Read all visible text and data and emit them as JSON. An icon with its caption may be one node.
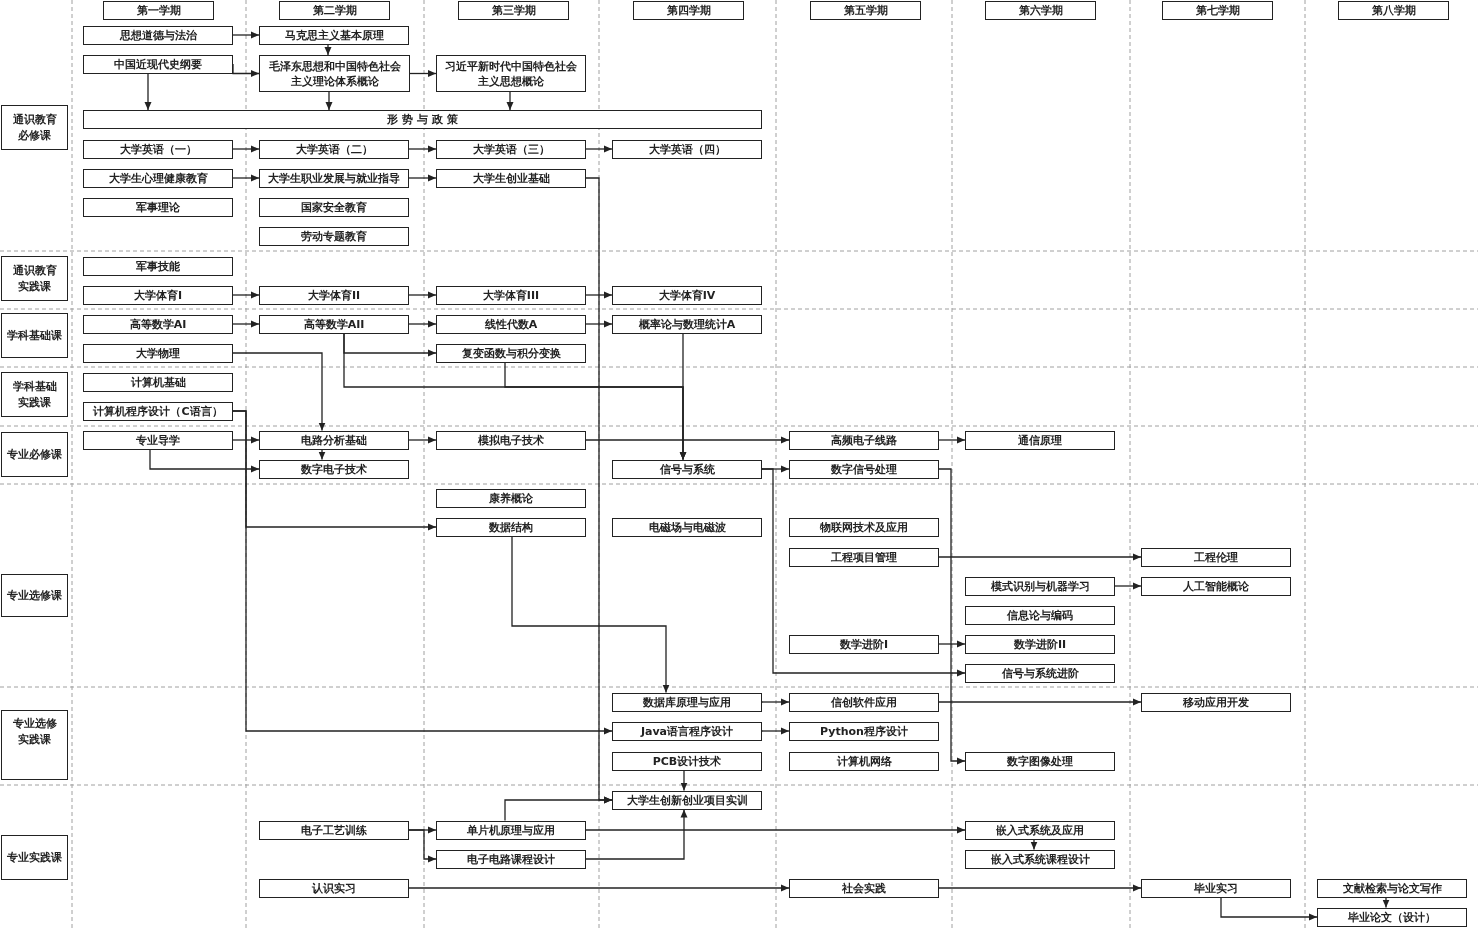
{
  "diagram": {
    "nodes": [
      {
        "text": [
          "第一学期"
        ]
      },
      {
        "text": [
          "第二学期"
        ]
      },
      {
        "text": [
          "第三学期"
        ]
      },
      {
        "text": [
          "第四学期"
        ]
      },
      {
        "text": [
          "第五学期"
        ]
      },
      {
        "text": [
          "第六学期"
        ]
      },
      {
        "text": [
          "第七学期"
        ]
      },
      {
        "text": [
          "第八学期"
        ]
      },
      {
        "text": [
          "思想道德与法治"
        ]
      },
      {
        "text": [
          "马克思主义基本原理"
        ]
      },
      {
        "text": [
          "中国近现代史纲要"
        ]
      },
      {
        "text": [
          "毛泽东思想和中国特色社会主义理论体系概论"
        ]
      },
      {
        "text": [
          "习近平新时代中国特色社会主义思想概论"
        ]
      },
      {
        "text": [
          "通识教育必修课"
        ]
      },
      {
        "text": [
          "形 势 与 政 策"
        ]
      },
      {
        "text": [
          "大学英语（一）"
        ]
      },
      {
        "text": [
          "大学英语（二）"
        ]
      },
      {
        "text": [
          "大学英语（三）"
        ]
      },
      {
        "text": [
          "大学英语（四）"
        ]
      },
      {
        "text": [
          "大学生心理健康教育"
        ]
      },
      {
        "text": [
          "大学生职业发展与就业指导"
        ]
      },
      {
        "text": [
          "大学生创业基础"
        ]
      },
      {
        "text": [
          "军事理论"
        ]
      },
      {
        "text": [
          "国家安全教育"
        ]
      },
      {
        "text": [
          "劳动专题教育"
        ]
      },
      {
        "text": [
          "通识教育实践课"
        ]
      },
      {
        "text": [
          "军事技能"
        ]
      },
      {
        "text": [
          "大学体育I"
        ]
      },
      {
        "text": [
          "大学体育II"
        ]
      },
      {
        "text": [
          "大学体育III"
        ]
      },
      {
        "text": [
          "大学体育IV"
        ]
      },
      {
        "text": [
          "学科基础课"
        ]
      },
      {
        "text": [
          "高等数学AI"
        ]
      },
      {
        "text": [
          "高等数学AII"
        ]
      },
      {
        "text": [
          "线性代数A"
        ]
      },
      {
        "text": [
          "概率论与数理统计A"
        ]
      },
      {
        "text": [
          "大学物理"
        ]
      },
      {
        "text": [
          "复变函数与积分变换"
        ]
      },
      {
        "text": [
          "学科基础实践课"
        ]
      },
      {
        "text": [
          "计算机基础"
        ]
      },
      {
        "text": [
          "计算机程序设计（C语言）"
        ]
      },
      {
        "text": [
          "专业必修课"
        ]
      },
      {
        "text": [
          "专业导学"
        ]
      },
      {
        "text": [
          "电路分析基础"
        ]
      },
      {
        "text": [
          "模拟电子技术"
        ]
      },
      {
        "text": [
          "高频电子线路"
        ]
      },
      {
        "text": [
          "通信原理"
        ]
      },
      {
        "text": [
          "数字电子技术"
        ]
      },
      {
        "text": [
          "信号与系统"
        ]
      },
      {
        "text": [
          "数字信号处理"
        ]
      },
      {
        "text": [
          "康养概论"
        ]
      },
      {
        "text": [
          "数据结构"
        ]
      },
      {
        "text": [
          "电磁场与电磁波"
        ]
      },
      {
        "text": [
          "物联网技术及应用"
        ]
      },
      {
        "text": [
          "专业选修课"
        ]
      },
      {
        "text": [
          "工程项目管理"
        ]
      },
      {
        "text": [
          "工程伦理"
        ]
      },
      {
        "text": [
          "模式识别与机器学习"
        ]
      },
      {
        "text": [
          "人工智能概论"
        ]
      },
      {
        "text": [
          "信息论与编码"
        ]
      },
      {
        "text": [
          "数学进阶I"
        ]
      },
      {
        "text": [
          "数学进阶II"
        ]
      },
      {
        "text": [
          "信号与系统进阶"
        ]
      },
      {
        "text": [
          "专业选修实践课"
        ]
      },
      {
        "text": [
          "数据库原理与应用"
        ]
      },
      {
        "text": [
          "信创软件应用"
        ]
      },
      {
        "text": [
          "移动应用开发"
        ]
      },
      {
        "text": [
          "Java语言程序设计"
        ]
      },
      {
        "text": [
          "Python程序设计"
        ]
      },
      {
        "text": [
          "PCB设计技术"
        ]
      },
      {
        "text": [
          "计算机网络"
        ]
      },
      {
        "text": [
          "数字图像处理"
        ]
      },
      {
        "text": [
          "专业实践课"
        ]
      },
      {
        "text": [
          "大学生创新创业项目实训"
        ]
      },
      {
        "text": [
          "电子工艺训练"
        ]
      },
      {
        "text": [
          "单片机原理与应用"
        ]
      },
      {
        "text": [
          "嵌入式系统及应用"
        ]
      },
      {
        "text": [
          "电子电路课程设计"
        ]
      },
      {
        "text": [
          "嵌入式系统课程设计"
        ]
      },
      {
        "text": [
          "认识实习"
        ]
      },
      {
        "text": [
          "社会实践"
        ]
      },
      {
        "text": [
          "毕业实习"
        ]
      },
      {
        "text": [
          "文献检索与论文写作"
        ]
      },
      {
        "text": [
          "毕业论文（设计）"
        ]
      }
    ],
    "edges": [
      {
        "from": 8,
        "to": 9,
        "arrow": "to"
      },
      {
        "from": 10,
        "to": 11,
        "arrow": "to"
      },
      {
        "from": 9,
        "to": 11,
        "arrow": "to"
      },
      {
        "from": 11,
        "to": 12,
        "arrow": "to"
      },
      {
        "from": 10,
        "to": 14,
        "arrow": "to"
      },
      {
        "from": 11,
        "to": 14,
        "arrow": "to"
      },
      {
        "from": 12,
        "to": 14,
        "arrow": "to"
      },
      {
        "from": 15,
        "to": 16,
        "arrow": "to"
      },
      {
        "from": 16,
        "to": 17,
        "arrow": "to"
      },
      {
        "from": 17,
        "to": 18,
        "arrow": "to"
      },
      {
        "from": 19,
        "to": 20,
        "arrow": "to"
      },
      {
        "from": 20,
        "to": 21,
        "arrow": "to"
      },
      {
        "from": 21,
        "to": 73,
        "arrow": "to"
      },
      {
        "from": 27,
        "to": 28,
        "arrow": "to"
      },
      {
        "from": 28,
        "to": 29,
        "arrow": "to"
      },
      {
        "from": 29,
        "to": 30,
        "arrow": "to"
      },
      {
        "from": 32,
        "to": 33,
        "arrow": "to"
      },
      {
        "from": 33,
        "to": 34,
        "arrow": "to"
      },
      {
        "from": 34,
        "to": 35,
        "arrow": "to"
      },
      {
        "from": 33,
        "to": 37,
        "arrow": "to"
      },
      {
        "from": 33,
        "to": 48,
        "arrow": "to"
      },
      {
        "from": 37,
        "to": 48,
        "arrow": "to"
      },
      {
        "from": 35,
        "to": 48,
        "arrow": "to"
      },
      {
        "from": 36,
        "to": 43,
        "arrow": "to"
      },
      {
        "from": 40,
        "to": 51,
        "arrow": "to"
      },
      {
        "from": 40,
        "to": 67,
        "arrow": "to"
      },
      {
        "from": 42,
        "to": 43,
        "arrow": "to"
      },
      {
        "from": 42,
        "to": 47,
        "arrow": "to"
      },
      {
        "from": 43,
        "to": 47,
        "arrow": "to"
      },
      {
        "from": 43,
        "to": 44,
        "arrow": "to"
      },
      {
        "from": 44,
        "to": 45,
        "arrow": "to"
      },
      {
        "from": 45,
        "to": 46,
        "arrow": "to"
      },
      {
        "from": 48,
        "to": 49,
        "arrow": "to"
      },
      {
        "from": 48,
        "to": 62,
        "arrow": "to"
      },
      {
        "from": 49,
        "to": 71,
        "arrow": "to"
      },
      {
        "from": 55,
        "to": 56,
        "arrow": "to"
      },
      {
        "from": 57,
        "to": 58,
        "arrow": "to"
      },
      {
        "from": 60,
        "to": 61,
        "arrow": "to"
      },
      {
        "from": 51,
        "to": 64,
        "arrow": "to"
      },
      {
        "from": 64,
        "to": 65,
        "arrow": "to"
      },
      {
        "from": 65,
        "to": 66,
        "arrow": "to"
      },
      {
        "from": 67,
        "to": 68,
        "arrow": "to"
      },
      {
        "from": 69,
        "to": 73,
        "arrow": "to"
      },
      {
        "from": 75,
        "to": 73,
        "arrow": "to"
      },
      {
        "from": 77,
        "to": 73,
        "arrow": "to"
      },
      {
        "from": 75,
        "to": 76,
        "arrow": "to"
      },
      {
        "from": 76,
        "to": 78,
        "arrow": "to"
      },
      {
        "from": 74,
        "to": 75,
        "arrow": "to"
      },
      {
        "from": 74,
        "to": 77,
        "arrow": "to"
      },
      {
        "from": 79,
        "to": 80,
        "arrow": "to"
      },
      {
        "from": 80,
        "to": 81,
        "arrow": "to"
      },
      {
        "from": 81,
        "to": 83,
        "arrow": "to"
      },
      {
        "from": 82,
        "to": 83,
        "arrow": "to"
      }
    ]
  }
}
